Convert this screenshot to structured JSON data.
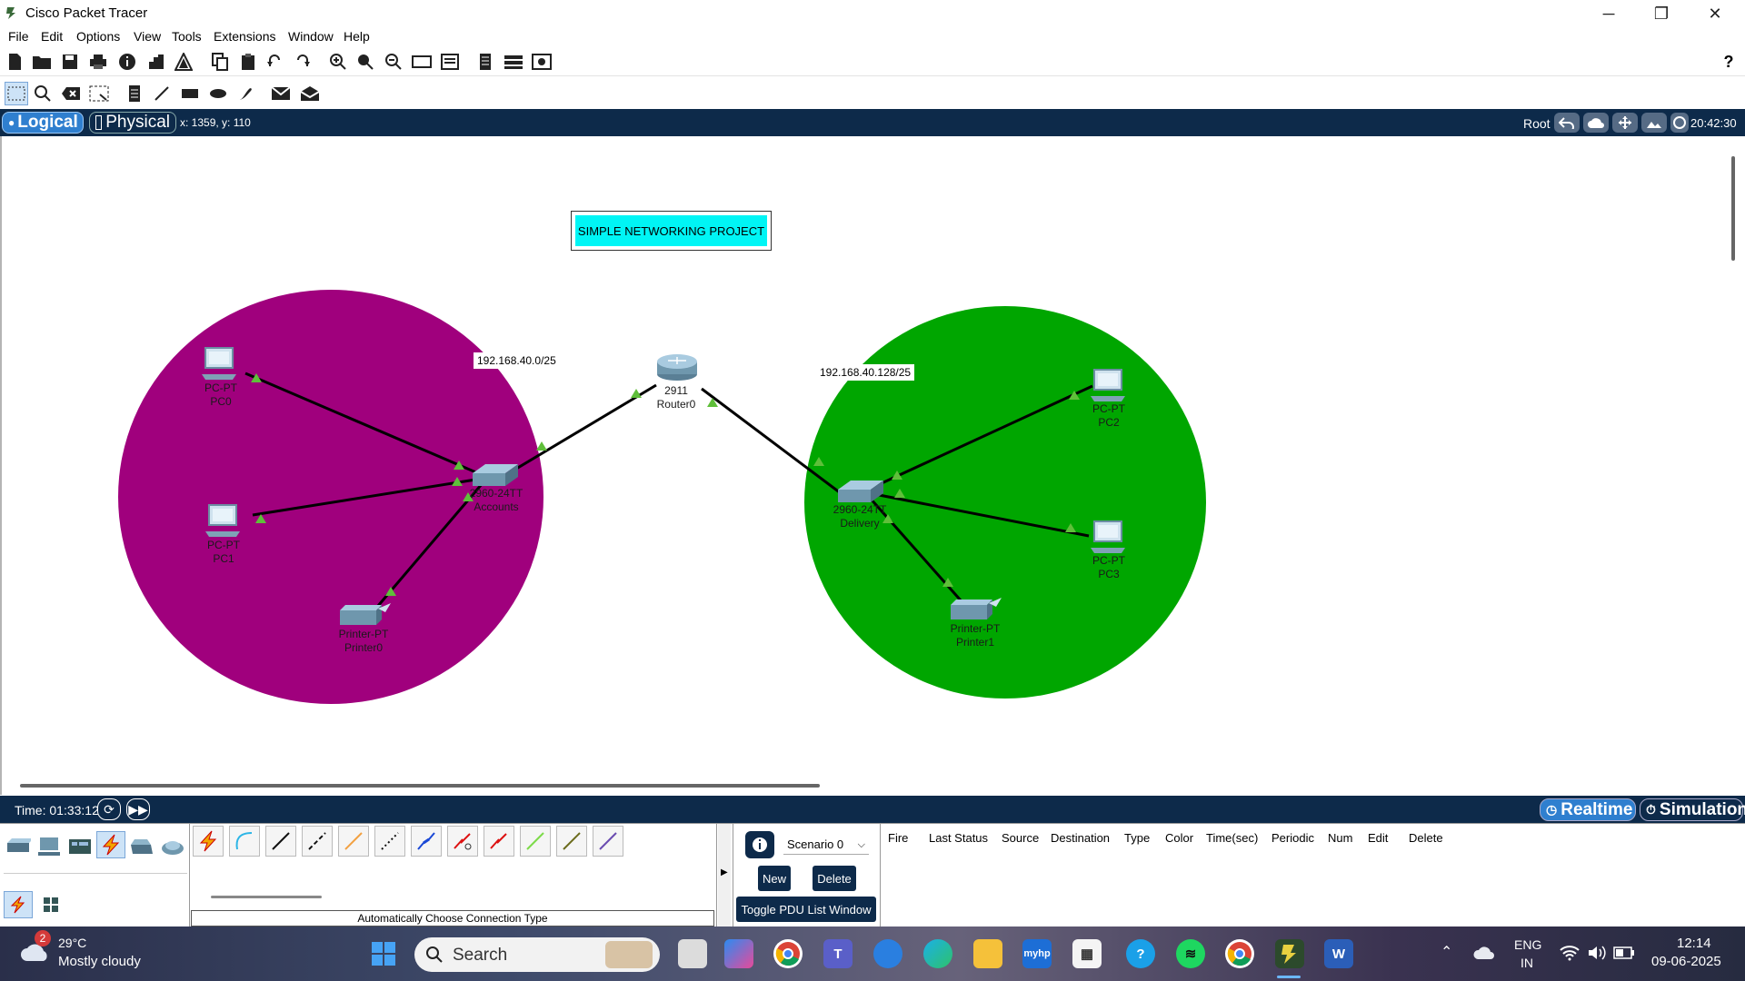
{
  "window": {
    "title": "Cisco Packet Tracer"
  },
  "menu": [
    "File",
    "Edit",
    "Options",
    "View",
    "Tools",
    "Extensions",
    "Window",
    "Help"
  ],
  "logical_bar": {
    "logical_label": "Logical",
    "physical_label": "Physical",
    "coords": "x: 1359, y: 110",
    "root_label": "Root",
    "clock": "20:42:30"
  },
  "workspace": {
    "project_title": "SIMPLE NETWORKING PROJECT",
    "networks": [
      {
        "label": "192.168.40.0/25",
        "color": "#a0007d"
      },
      {
        "label": "192.168.40.128/25",
        "color": "#00a600"
      }
    ],
    "nodes": {
      "router": {
        "model": "2911",
        "name": "Router0"
      },
      "switch_left": {
        "model": "2960-24TT",
        "name": "Accounts"
      },
      "switch_right": {
        "model": "2960-24TT",
        "name": "Delivery"
      },
      "pc0": {
        "model": "PC-PT",
        "name": "PC0"
      },
      "pc1": {
        "model": "PC-PT",
        "name": "PC1"
      },
      "pc2": {
        "model": "PC-PT",
        "name": "PC2"
      },
      "pc3": {
        "model": "PC-PT",
        "name": "PC3"
      },
      "printer0": {
        "model": "Printer-PT",
        "name": "Printer0"
      },
      "printer1": {
        "model": "Printer-PT",
        "name": "Printer1"
      }
    }
  },
  "timebar": {
    "time": "Time: 01:33:12",
    "realtime_label": "Realtime",
    "simulation_label": "Simulation"
  },
  "bottom": {
    "connection_type_label": "Automatically Choose Connection Type",
    "scenario": "Scenario 0",
    "new_label": "New",
    "delete_label": "Delete",
    "toggle_label": "Toggle PDU List Window",
    "pdu_columns": [
      "Fire",
      "Last Status",
      "Source",
      "Destination",
      "Type",
      "Color",
      "Time(sec)",
      "Periodic",
      "Num",
      "Edit",
      "Delete"
    ]
  },
  "taskbar": {
    "weather_temp": "29°C",
    "weather_desc": "Mostly cloudy",
    "weather_badge": "2",
    "search_placeholder": "Search",
    "lang_top": "ENG",
    "lang_bottom": "IN",
    "time": "12:14",
    "date": "09-06-2025"
  }
}
